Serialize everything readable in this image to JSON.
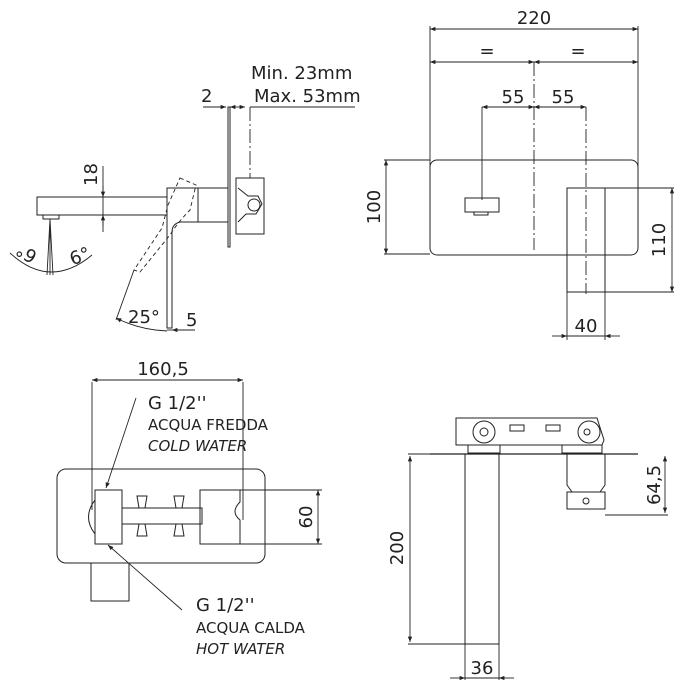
{
  "drawing": {
    "title": "Wall-mounted basin mixer technical drawing",
    "side_view": {
      "wall_thickness_min": "Min. 23mm",
      "wall_thickness_max": "Max. 53mm",
      "plate_thickness": "2",
      "spout_height": "18",
      "spray_angle_left": "6°",
      "spray_angle_right": "6°",
      "lever_angle": "25°",
      "lever_offset": "5"
    },
    "front_view": {
      "plate_width": "220",
      "half_left": "=",
      "half_right": "=",
      "spout_offset": "55",
      "lever_offset": "55",
      "plate_height": "100",
      "lever_height": "110",
      "lever_width": "40"
    },
    "top_view": {
      "inlet_spacing": "160,5",
      "body_depth": "60",
      "cold_inlet": {
        "thread": "G 1/2''",
        "label_it": "ACQUA FREDDA",
        "label_en": "COLD WATER"
      },
      "hot_inlet": {
        "thread": "G 1/2''",
        "label_it": "ACQUA CALDA",
        "label_en": "HOT WATER"
      }
    },
    "bottom_view": {
      "spout_length": "200",
      "spout_width": "36",
      "lever_projection": "64,5"
    }
  }
}
